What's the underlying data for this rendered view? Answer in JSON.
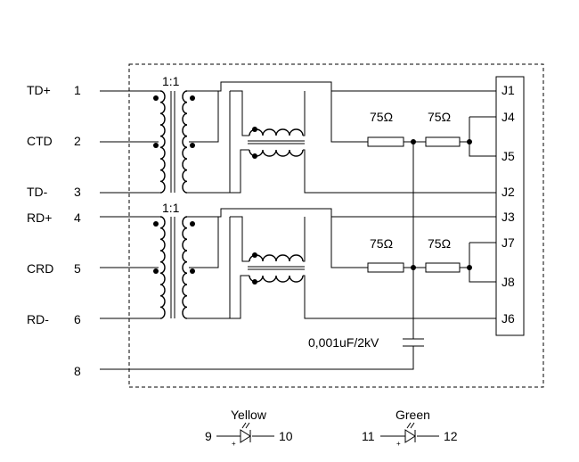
{
  "pins": {
    "td_plus": {
      "name": "TD+",
      "number": "1"
    },
    "ctd": {
      "name": "CTD",
      "number": "2"
    },
    "td_minus": {
      "name": "TD-",
      "number": "3"
    },
    "rd_plus": {
      "name": "RD+",
      "number": "4"
    },
    "crd": {
      "name": "CRD",
      "number": "5"
    },
    "rd_minus": {
      "name": "RD-",
      "number": "6"
    },
    "shield": {
      "name": "",
      "number": "8"
    }
  },
  "transformers": {
    "tx_ratio": "1:1",
    "rx_ratio": "1:1"
  },
  "resistors": {
    "tx_left": "75Ω",
    "tx_right": "75Ω",
    "rx_left": "75Ω",
    "rx_right": "75Ω"
  },
  "capacitor": "0,001uF/2kV",
  "jack_pins": [
    "J1",
    "J4",
    "J5",
    "J2",
    "J3",
    "J7",
    "J8",
    "J6"
  ],
  "leds": {
    "yellow": {
      "label": "Yellow",
      "anode": "9",
      "cathode": "10"
    },
    "green": {
      "label": "Green",
      "anode": "11",
      "cathode": "12"
    }
  }
}
